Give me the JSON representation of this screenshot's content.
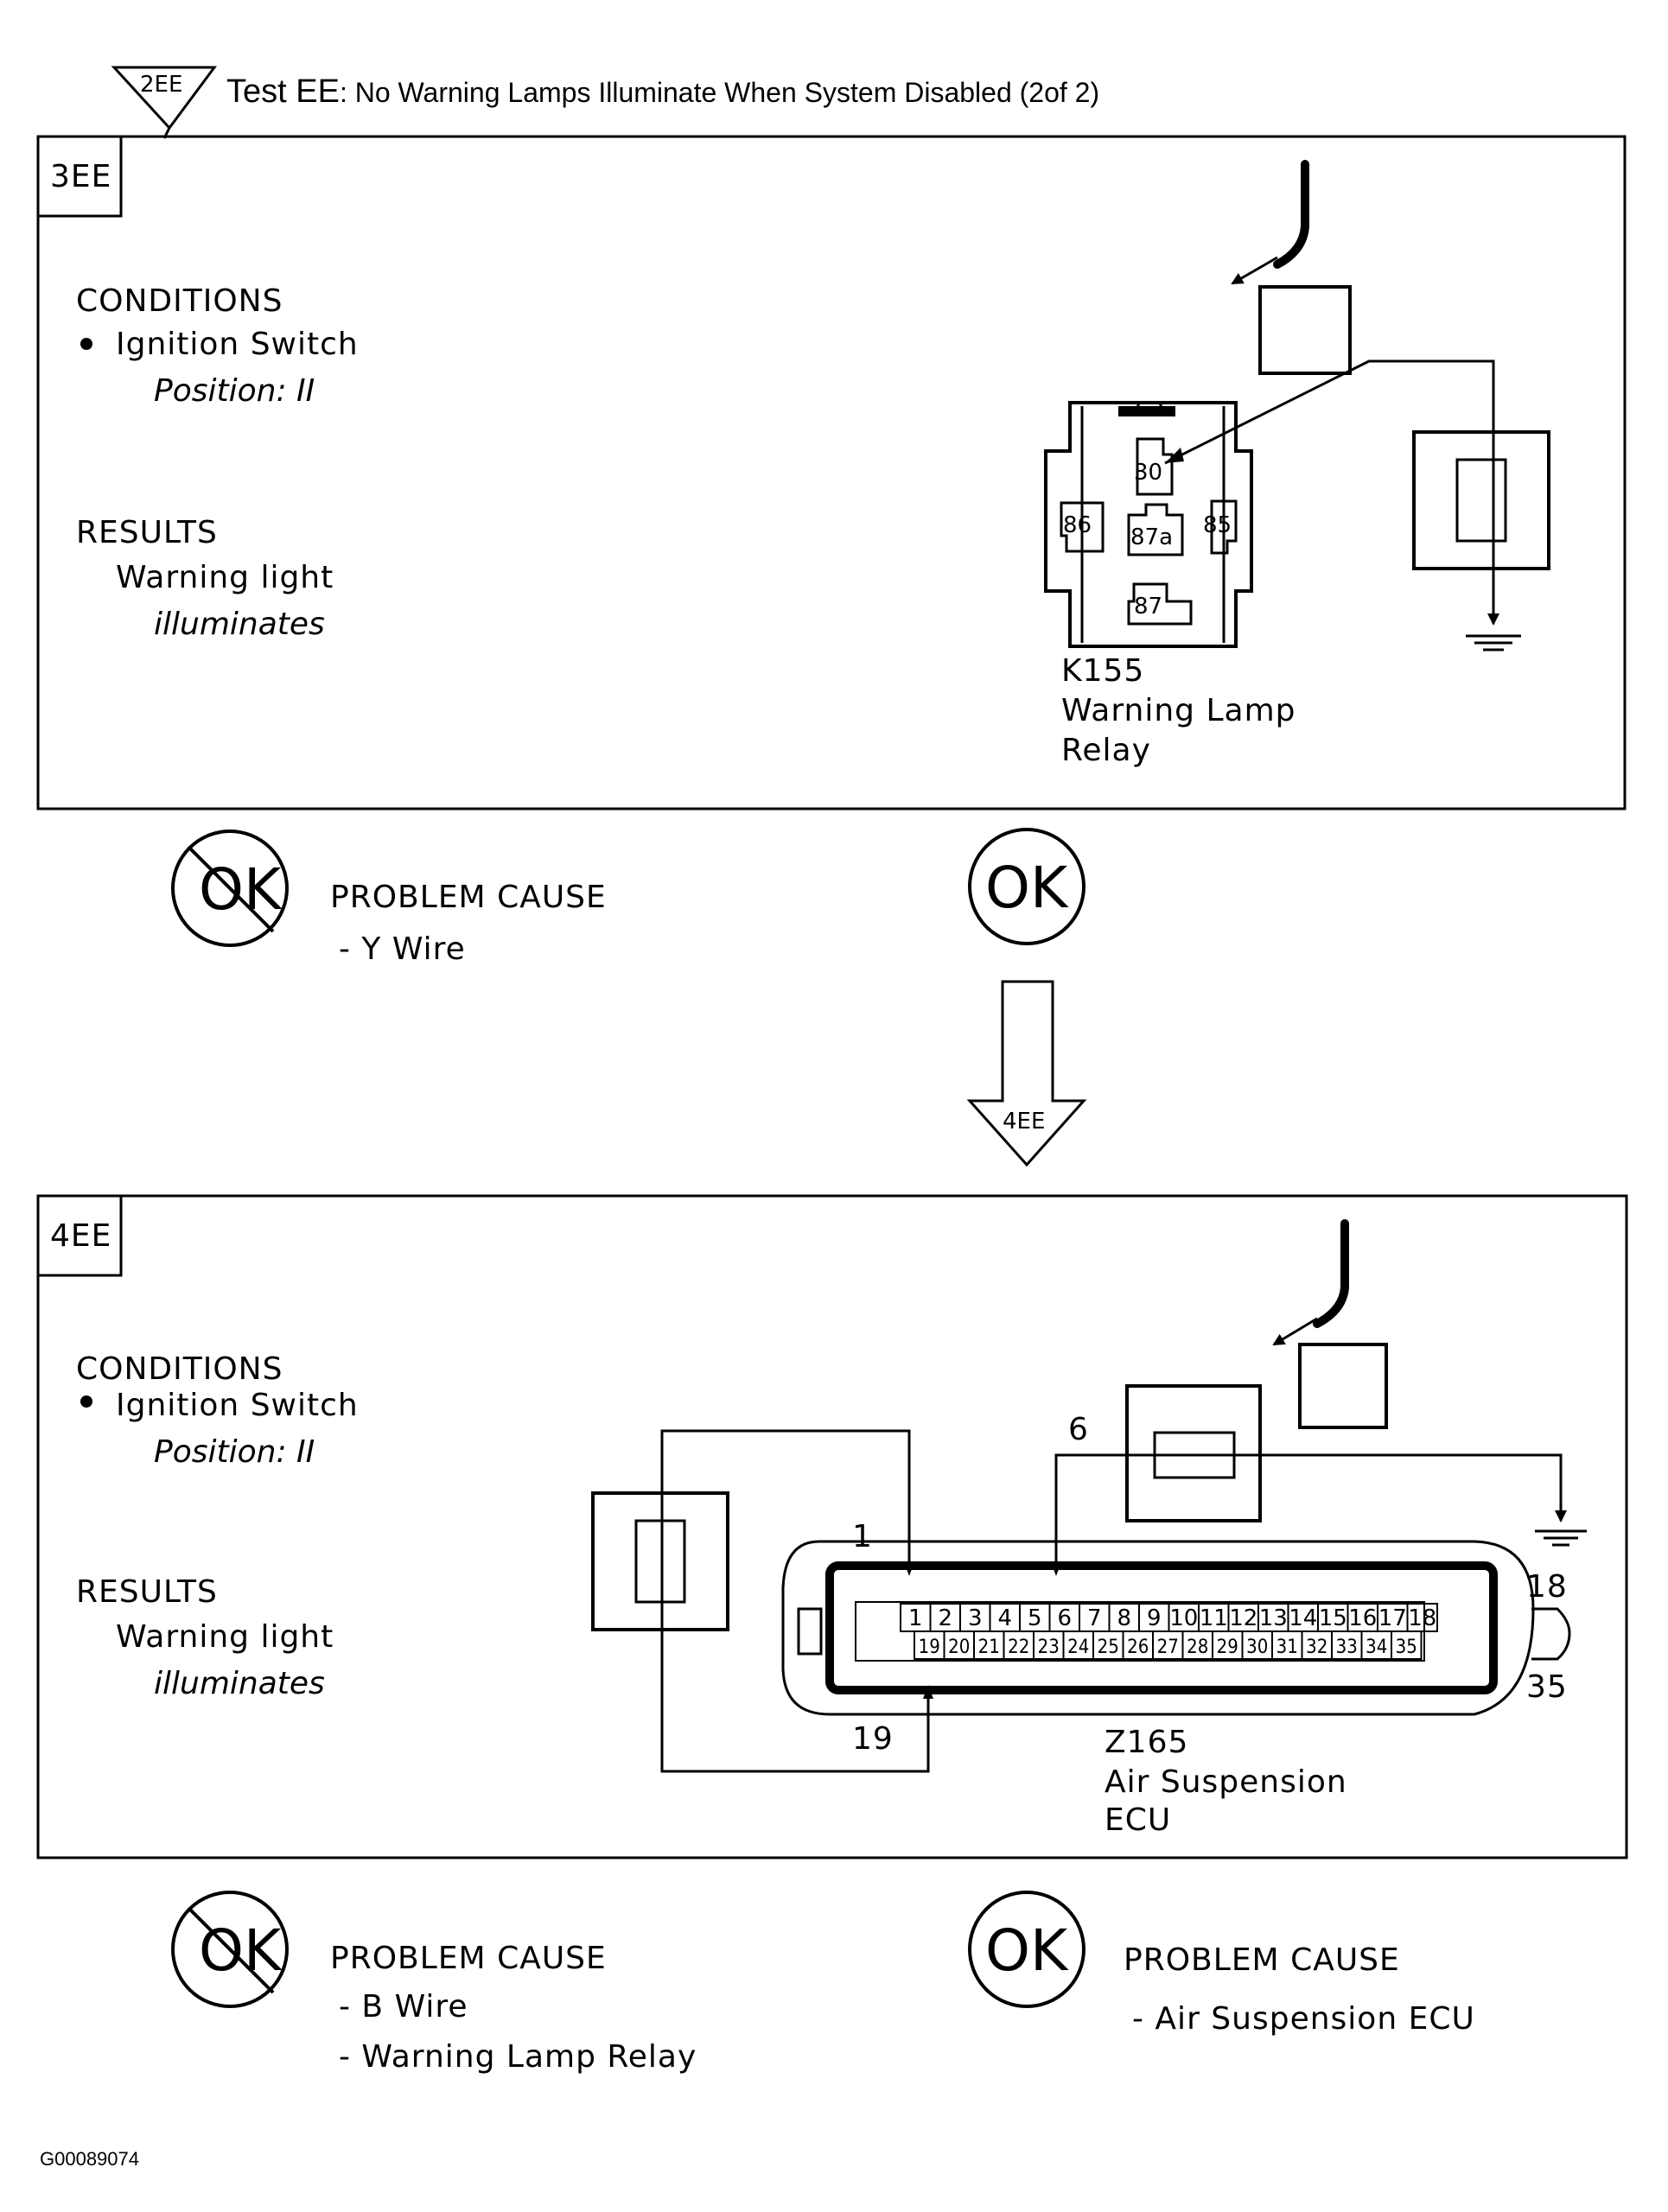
{
  "header": {
    "ref_tag": "2EE",
    "title_main": "Test EE",
    "title_rest": ": No Warning Lamps Illuminate When System Disabled (2of 2)"
  },
  "step1": {
    "tag": "3EE",
    "conditions_heading": "CONDITIONS",
    "condition_item": "Ignition Switch",
    "condition_detail": "Position: II",
    "results_heading": "RESULTS",
    "result_item": "Warning light",
    "result_detail": "illuminates",
    "relay_pins": [
      "30",
      "86",
      "87a",
      "85",
      "87"
    ],
    "component_id": "K155",
    "component_name_line1": "Warning Lamp",
    "component_name_line2": "Relay",
    "not_ok_label": "OK",
    "ok_label": "OK",
    "not_ok_cause_heading": "PROBLEM CAUSE",
    "not_ok_causes": [
      "- Y Wire"
    ]
  },
  "arrow_tag": "4EE",
  "step2": {
    "tag": "4EE",
    "conditions_heading": "CONDITIONS",
    "condition_item": "Ignition Switch",
    "condition_detail": "Position: II",
    "results_heading": "RESULTS",
    "result_item": "Warning light",
    "result_detail": "illuminates",
    "wire_labels": [
      "6",
      "1",
      "19",
      "18",
      "35"
    ],
    "ecu_pins_top": [
      "1",
      "2",
      "3",
      "4",
      "5",
      "6",
      "7",
      "8",
      "9",
      "10",
      "11",
      "12",
      "13",
      "14",
      "15",
      "16",
      "17",
      "18"
    ],
    "ecu_pins_bottom": [
      "19",
      "20",
      "21",
      "22",
      "23",
      "24",
      "25",
      "26",
      "27",
      "28",
      "29",
      "30",
      "31",
      "32",
      "33",
      "34",
      "35"
    ],
    "component_id": "Z165",
    "component_name_line1": "Air Suspension",
    "component_name_line2": "ECU",
    "not_ok_label": "OK",
    "ok_label": "OK",
    "not_ok_cause_heading": "PROBLEM CAUSE",
    "not_ok_causes": [
      "- B Wire",
      "- Warning Lamp Relay"
    ],
    "ok_cause_heading": "PROBLEM CAUSE",
    "ok_causes": [
      "- Air Suspension ECU"
    ]
  },
  "footer": {
    "figure_id": "G00089074"
  }
}
